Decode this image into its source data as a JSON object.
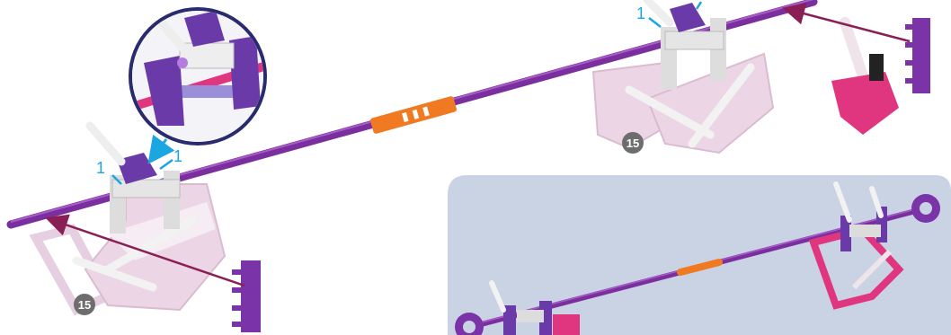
{
  "colors": {
    "rod": "#7b2f9e",
    "rod_highlight": "#a75cc8",
    "connector_orange": "#f07a22",
    "clip_purple": "#6a3aa8",
    "frame_pink_light": "#ecd6e6",
    "frame_pink": "#e0357f",
    "callout_blue": "#1aa6e0",
    "arrow_maroon": "#8a1f55",
    "badge_gray": "#6d6d6d",
    "inset_bg": "#c9d3e3",
    "gear_purple": "#7a34a8"
  },
  "labels": {
    "count_left_a": "1",
    "count_left_b": "1",
    "count_top": "1"
  },
  "steps": {
    "left": "15",
    "right": "15"
  },
  "icons": {
    "zoom": "magnifier-callout",
    "gear": "purple-gear-piece",
    "arrow": "insertion-arrow"
  }
}
